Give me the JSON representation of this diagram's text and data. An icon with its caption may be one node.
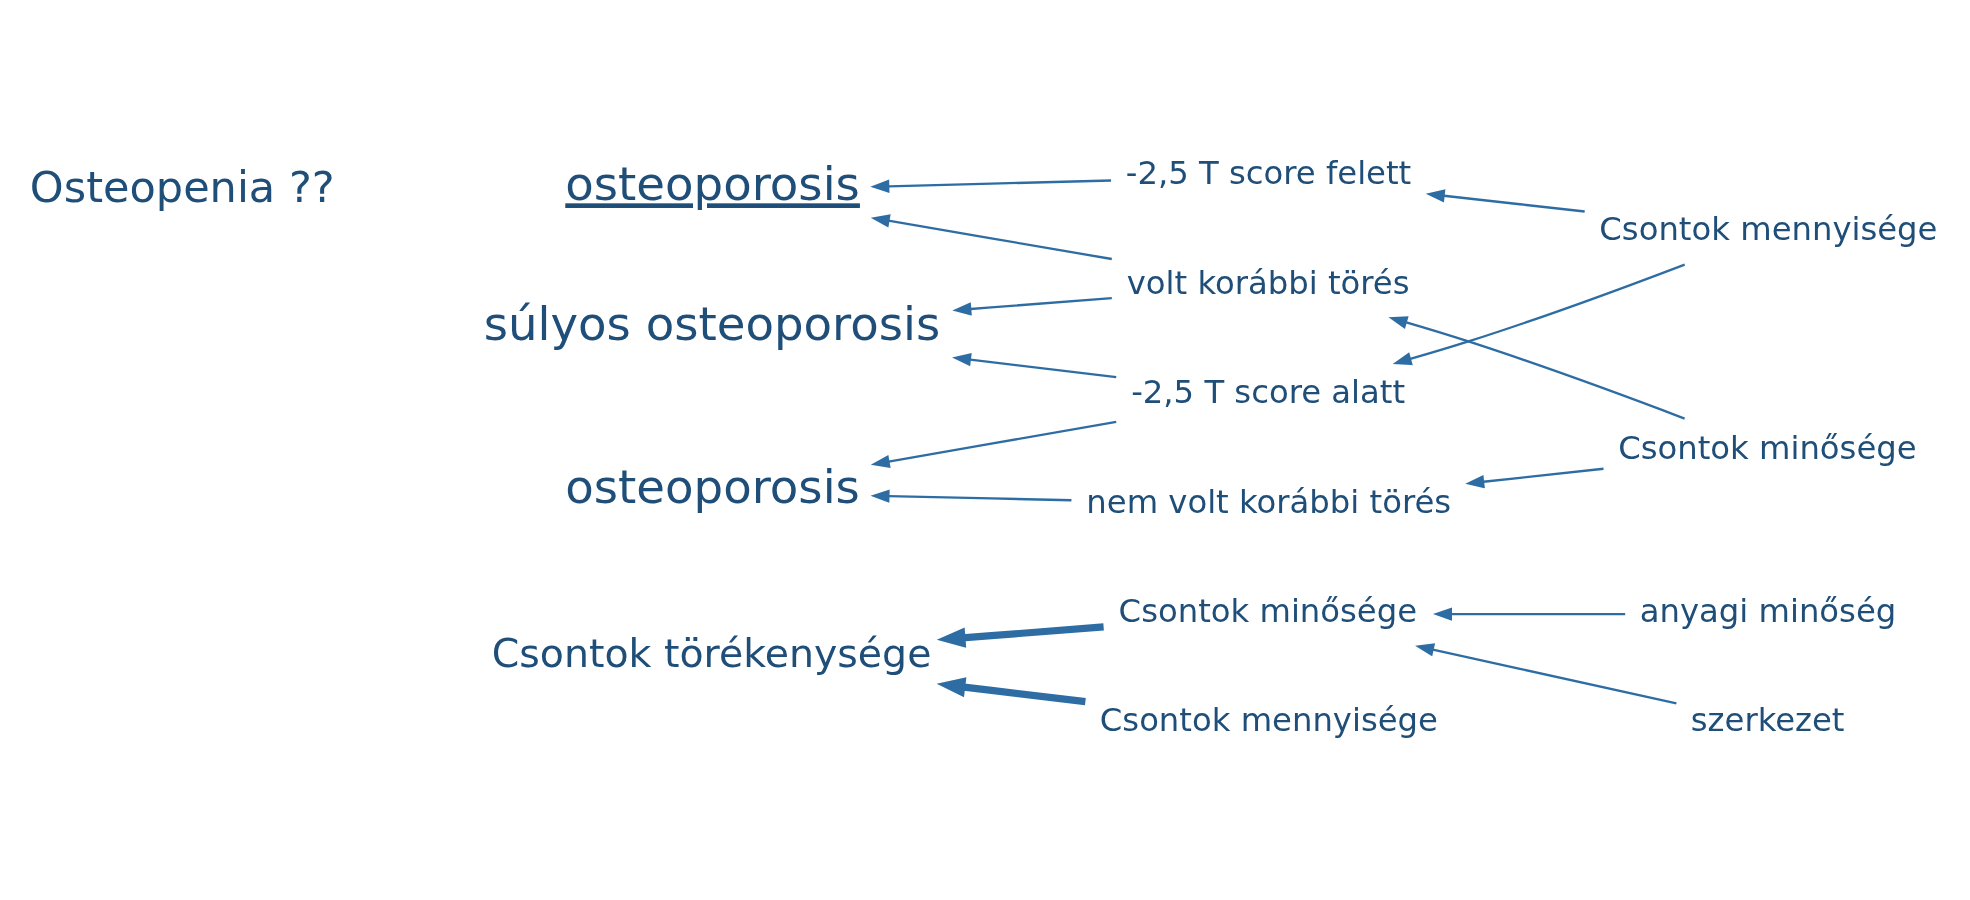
{
  "diagram": {
    "nodes": [
      {
        "text": [
          "Csontok törékenysége"
        ]
      },
      {
        "text": [
          "Csontok minősége"
        ]
      },
      {
        "text": [
          "Csontok mennyisége"
        ]
      },
      {
        "text": [
          "anyagi minőség"
        ]
      },
      {
        "text": [
          "szerkezet"
        ]
      },
      {
        "text": [
          "Csontok minősége"
        ]
      },
      {
        "text": [
          "volt korábbi törés"
        ]
      },
      {
        "text": [
          "nem volt korábbi törés"
        ]
      },
      {
        "text": [
          "Csontok mennyisége"
        ]
      },
      {
        "text": [
          "-2,5 T score alatt"
        ]
      },
      {
        "text": [
          "-2,5 T score felett"
        ]
      },
      {
        "text": [
          "súlyos osteoporosis"
        ]
      },
      {
        "text": [
          "osteoporosis"
        ]
      },
      {
        "text": [
          "osteoporosis"
        ]
      }
    ],
    "edges": [
      {
        "from": 1,
        "to": 0,
        "arrow": "to",
        "style": "thick"
      },
      {
        "from": 2,
        "to": 0,
        "arrow": "to",
        "style": "thick"
      },
      {
        "from": 3,
        "to": 1,
        "arrow": "to"
      },
      {
        "from": 4,
        "to": 1,
        "arrow": "to"
      },
      {
        "from": 5,
        "to": 6,
        "arrow": "to"
      },
      {
        "from": 5,
        "to": 7,
        "arrow": "to"
      },
      {
        "from": 8,
        "to": 9,
        "arrow": "to"
      },
      {
        "from": 8,
        "to": 10,
        "arrow": "to"
      },
      {
        "from": 6,
        "to": 11,
        "arrow": "to"
      },
      {
        "from": 6,
        "to": 13,
        "arrow": "to"
      },
      {
        "from": 7,
        "to": 12,
        "arrow": "to"
      },
      {
        "from": 9,
        "to": 11,
        "arrow": "to"
      },
      {
        "from": 9,
        "to": 12,
        "arrow": "to"
      },
      {
        "from": 10,
        "to": 13,
        "arrow": "to"
      }
    ],
    "labels": [
      "Osteopenia ??"
    ]
  }
}
